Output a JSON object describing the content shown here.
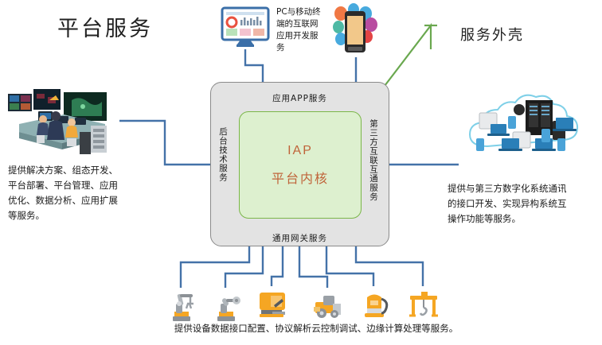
{
  "titles": {
    "left": "平台服务",
    "right": "服务外壳"
  },
  "callouts": {
    "top": "PC与移动终端的互联网应用开发服务",
    "left": "提供解决方案、组态开发、平台部署、平台管理、应用优化、数据分析、应用扩展等服务。",
    "right": "提供与第三方数字化系统通讯的接口开发、实现异构系统互操作功能等服务。",
    "bottom": "提供设备数据接口配置、协议解析云控制调试、边缘计算处理等服务。"
  },
  "shell": {
    "top_label": "应用APP服务",
    "bottom_label": "通用网关服务",
    "left_label": "后台技术服务",
    "right_label": "第三方互联互通服务",
    "core_acronym": "IAP",
    "core_name": "平台内核"
  },
  "icons": {
    "monitor": "dashboard-monitor-icon",
    "phone": "mobile-apps-icon",
    "control_room": "control-room-illustration",
    "cloud": "cloud-servers-illustration",
    "machines": [
      "robot-arm-icon",
      "robot-arm-small-icon",
      "cnc-machine-icon",
      "industrial-press-icon",
      "welding-machine-icon",
      "gantry-crane-icon"
    ]
  },
  "colors": {
    "wire": "#4472a8",
    "shell_fill": "#e3e3e3",
    "shell_border": "#8a8a8a",
    "core_fill": "#ddf0cf",
    "core_border": "#7ab648",
    "core_text": "#c0643a",
    "leader_green": "#6aa84f",
    "machine_orange": "#f5a623",
    "machine_gray": "#9aa0a6"
  }
}
